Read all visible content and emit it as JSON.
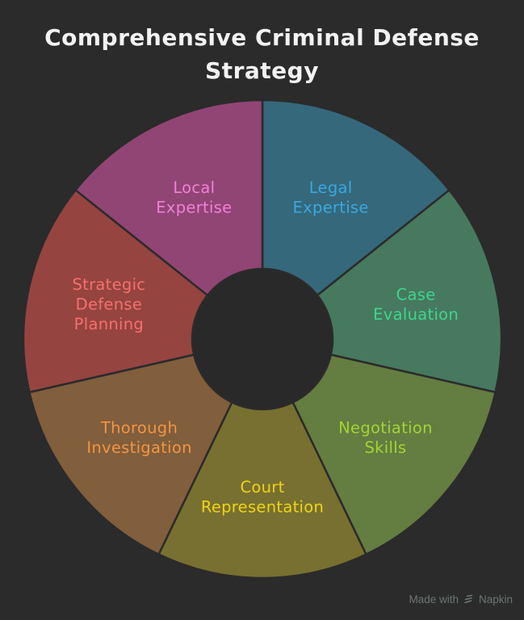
{
  "page": {
    "background_color": "#2b2b2b"
  },
  "title": {
    "text": "Comprehensive Criminal Defense Strategy",
    "line1": "Comprehensive Criminal Defense",
    "line2": "Strategy",
    "color": "#f2f2f2"
  },
  "chart_data": {
    "type": "pie",
    "title": "Comprehensive Criminal Defense Strategy",
    "donut": true,
    "direction": "clockwise",
    "start_angle_deg": 0,
    "center": [
      325,
      420
    ],
    "outer_radius": 296,
    "inner_radius": 87,
    "label_radius": 195,
    "hole_color": "#292929",
    "separator_color": "#2b2b2b",
    "legend_position": "none",
    "categories": [
      "Legal Expertise",
      "Case Evaluation",
      "Negotiation Skills",
      "Court Representation",
      "Thorough Investigation",
      "Strategic Defense Planning",
      "Local Expertise"
    ],
    "values": [
      1,
      1,
      1,
      1,
      1,
      1,
      1
    ],
    "segments": [
      {
        "label": "Legal Expertise",
        "lines": [
          "Legal",
          "Expertise"
        ],
        "value": 1,
        "fill": "#35687a",
        "label_color": "#39a8e3"
      },
      {
        "label": "Case Evaluation",
        "lines": [
          "Case",
          "Evaluation"
        ],
        "value": 1,
        "fill": "#47795f",
        "label_color": "#3dd68c"
      },
      {
        "label": "Negotiation Skills",
        "lines": [
          "Negotiation",
          "Skills"
        ],
        "value": 1,
        "fill": "#647d41",
        "label_color": "#a2d435"
      },
      {
        "label": "Court Representation",
        "lines": [
          "Court",
          "Representation"
        ],
        "value": 1,
        "fill": "#787030",
        "label_color": "#f0d414"
      },
      {
        "label": "Thorough Investigation",
        "lines": [
          "Thorough",
          "Investigation"
        ],
        "value": 1,
        "fill": "#815e3c",
        "label_color": "#f29545"
      },
      {
        "label": "Strategic Defense Planning",
        "lines": [
          "Strategic",
          "Defense",
          "Planning"
        ],
        "value": 1,
        "fill": "#964440",
        "label_color": "#f3716c"
      },
      {
        "label": "Local Expertise",
        "lines": [
          "Local",
          "Expertise"
        ],
        "value": 1,
        "fill": "#914574",
        "label_color": "#f080d8"
      }
    ]
  },
  "watermark": {
    "prefix": "Made with",
    "brand": "Napkin",
    "color": "#6b7672"
  }
}
